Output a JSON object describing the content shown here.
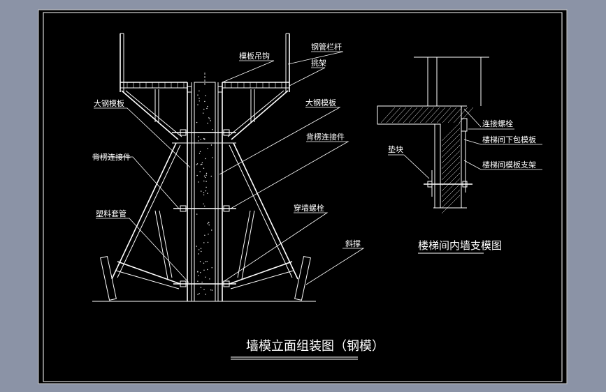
{
  "drawing": {
    "main_title": "墙模立面组装图（钢模）",
    "sub_title": "楼梯间内墙支模图",
    "main_labels": {
      "hook": "模板吊钩",
      "rail": "钢管栏杆",
      "bracket": "挑架",
      "big_form_left": "大钢模板",
      "big_form_right": "大钢模板",
      "back_conn_left": "背楞连接件",
      "back_conn_right": "背楞连接件",
      "plastic_sleeve": "塑料套管",
      "wall_bolt": "穿墙螺栓",
      "brace": "斜撑"
    },
    "stair_labels": {
      "conn_bolt": "连接螺栓",
      "stair_form": "楼梯间下包模板",
      "pad": "垫块",
      "stair_support": "楼梯间模板支架"
    }
  },
  "colors": {
    "background": "#8b93a6",
    "sheet": "#000000",
    "line": "#ffffff"
  }
}
